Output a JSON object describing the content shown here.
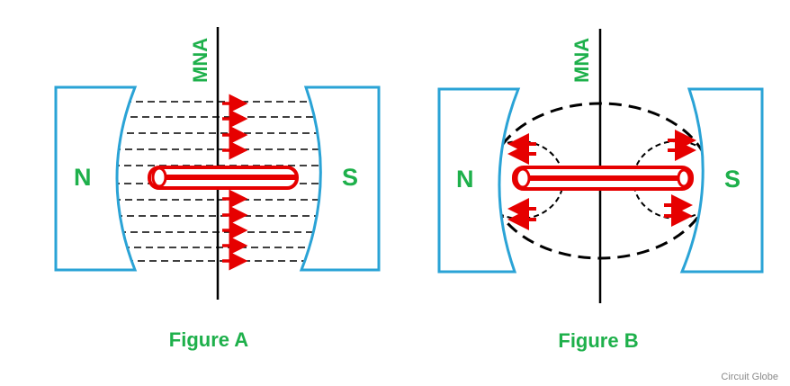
{
  "colors": {
    "text_green": "#1eb04b",
    "pole_outline": "#2aa3d6",
    "conductor_red": "#e60000",
    "line_black": "#000000",
    "watermark_gray": "#8a8a8a"
  },
  "figure_a": {
    "axis_label": "MNA",
    "north_label": "N",
    "south_label": "S",
    "caption": "Figure A"
  },
  "figure_b": {
    "axis_label": "MNA",
    "north_label": "N",
    "south_label": "S",
    "caption": "Figure B"
  },
  "watermark": "Circuit Globe"
}
